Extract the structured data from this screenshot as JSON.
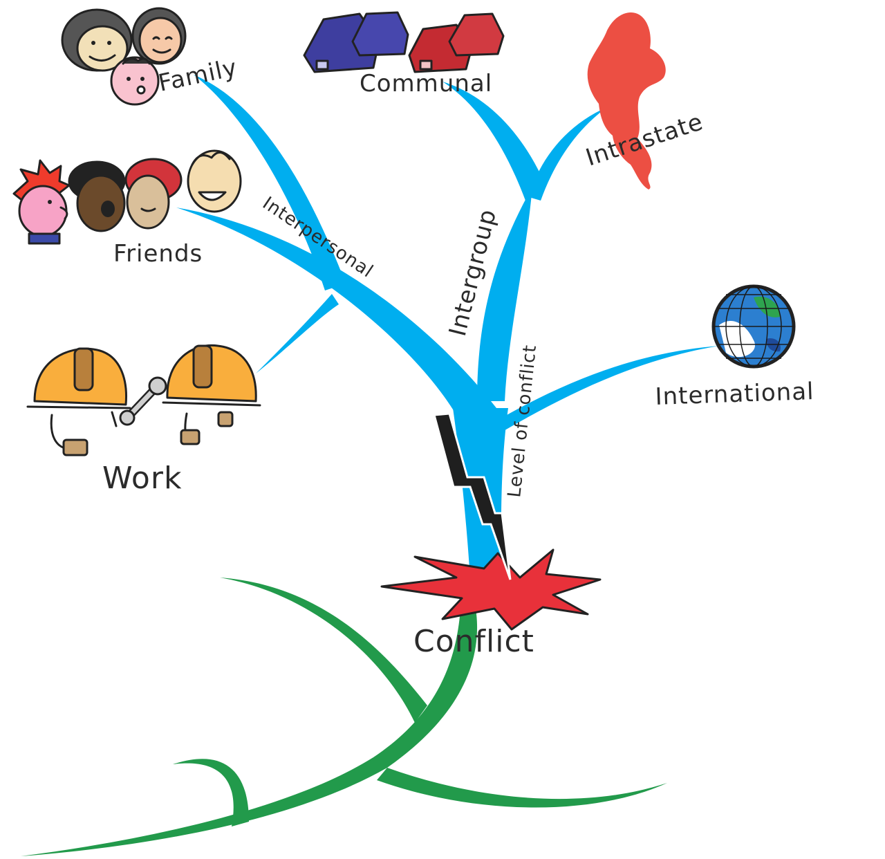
{
  "diagram": {
    "labels": {
      "family": "Family",
      "friends": "Friends",
      "work": "Work",
      "communal": "Communal",
      "intrastate": "Intrastate",
      "international": "International",
      "interpersonal": "Interpersonal",
      "intergroup": "Intergroup",
      "level_of_conflict": "Level of conflict",
      "conflict": "Conflict"
    },
    "colors": {
      "branch": "#00aeef",
      "root": "#229a4b",
      "burst": "#e8313a",
      "bolt": "#1f1f1f",
      "helmet": "#f9ae3d",
      "house_blue": "#3e3e9f",
      "house_red": "#c42b32",
      "map_red": "#ec4f43",
      "globe_blue": "#2c7fd0"
    },
    "icons": [
      "family-faces-icon",
      "friends-faces-icon",
      "hard-hats-icon",
      "wrench-icon",
      "houses-icon",
      "map-icon",
      "globe-icon",
      "lightning-bolt-icon",
      "burst-icon"
    ]
  }
}
